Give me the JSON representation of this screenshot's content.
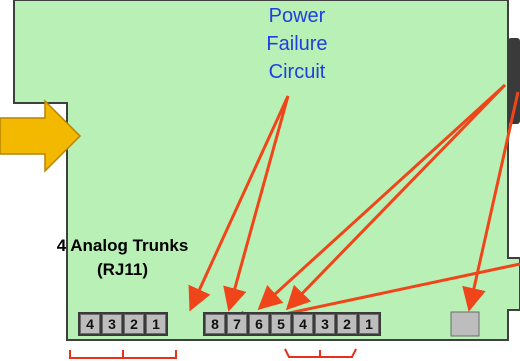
{
  "labels": {
    "power_failure": [
      "Power",
      "Failure",
      "Circuit"
    ],
    "analog_trunks": [
      "4 Analog Trunks",
      "(RJ11)"
    ]
  },
  "ports": {
    "trunk_port_pins": [
      "4",
      "3",
      "2",
      "1"
    ],
    "power_port_pins": [
      "8",
      "7",
      "6",
      "5",
      "4",
      "3",
      "2",
      "1"
    ]
  },
  "colors": {
    "board": "#b9f0b6",
    "board_edge": "#3f3f3f",
    "arrow": "#f3b800",
    "pointer": "#f0451a",
    "brace": "#e8301c",
    "label_blue": "#1f3fe0"
  }
}
